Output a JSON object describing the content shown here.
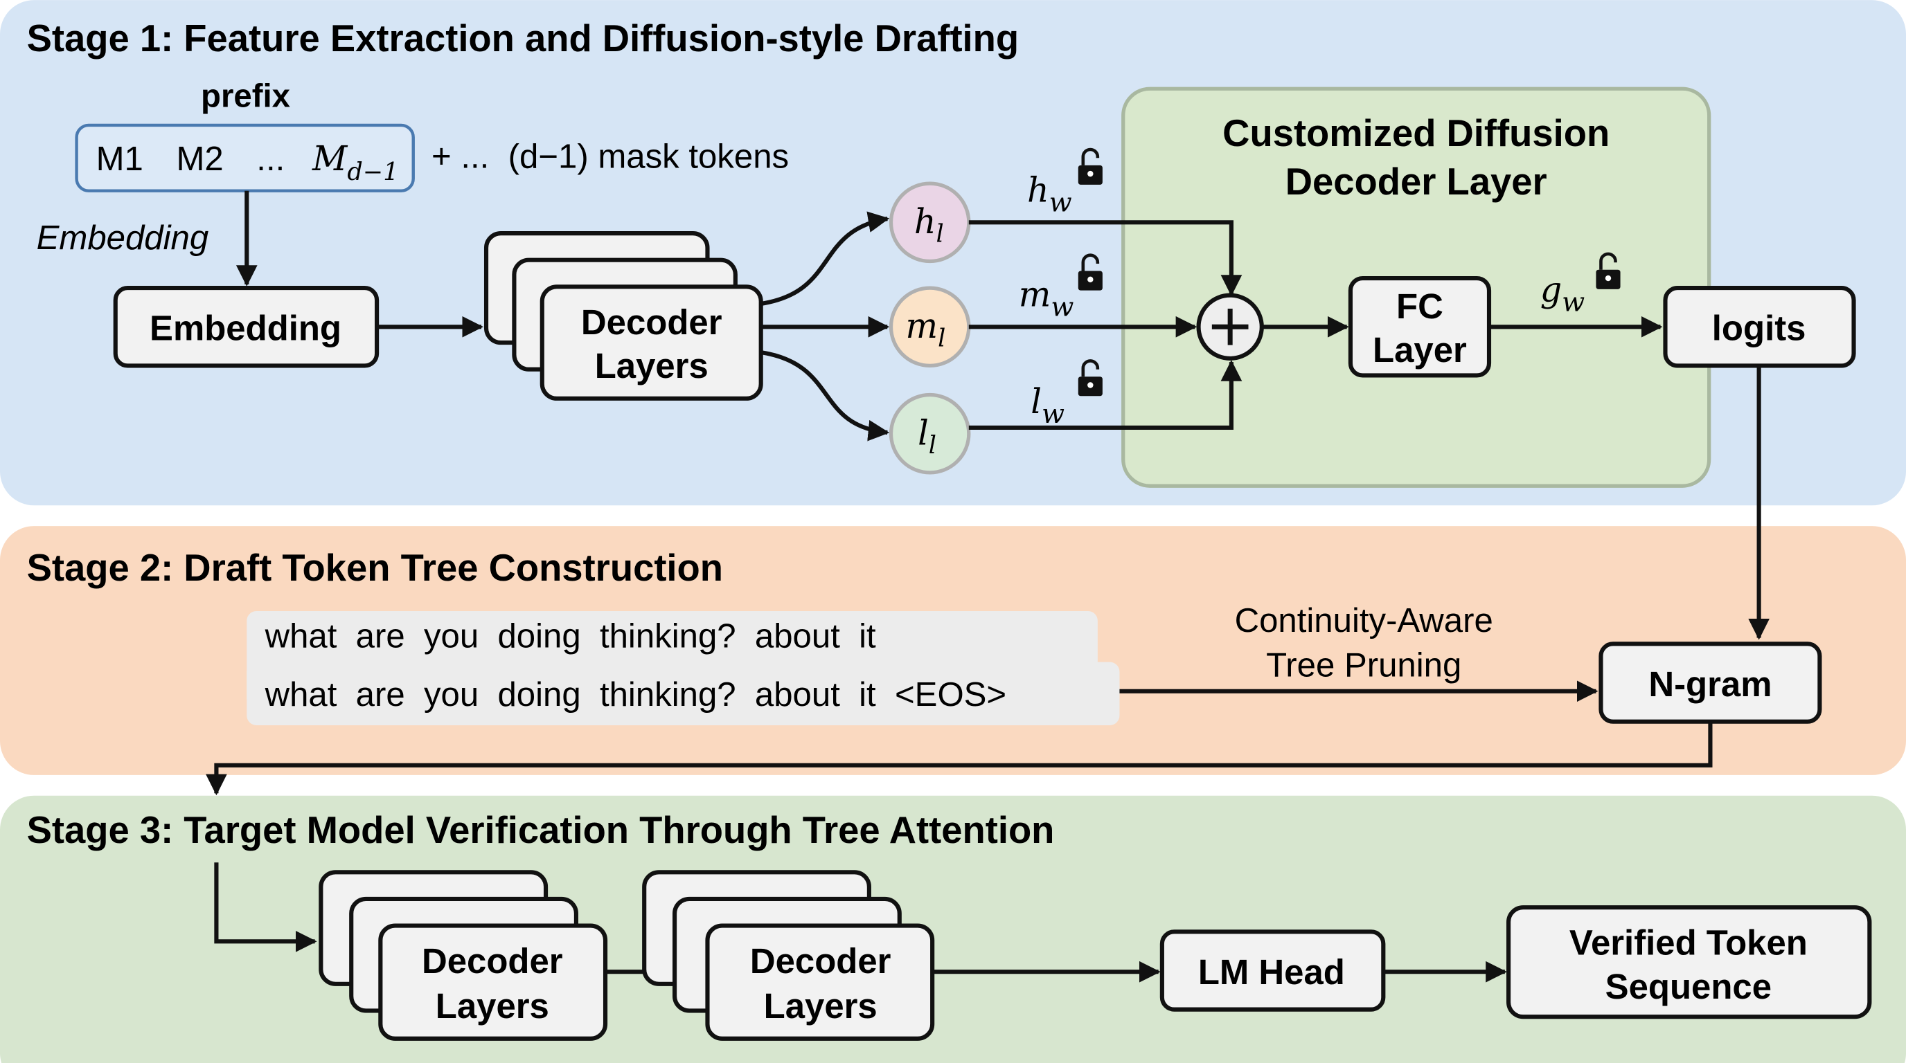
{
  "colors": {
    "stage1_bg": "#d6e5f5",
    "stage2_bg": "#fad9c0",
    "stage3_bg": "#d7e6cf",
    "diffusion_box_bg": "#d9e8cc",
    "h_node": "#ead5e6",
    "m_node": "#fbe3c8",
    "l_node": "#d7ead8"
  },
  "stage1": {
    "title": "Stage 1: Feature Extraction and Diffusion-style Drafting",
    "prefix_label": "prefix",
    "prefix_tokens": {
      "m1": "M1",
      "m2": "M2",
      "dots": "...",
      "last_base": "M",
      "last_sub": "d−1"
    },
    "mask_text": "+ ...  (d−1) mask tokens",
    "embedding_label": "Embedding",
    "embedding_box": "Embedding",
    "decoder_line1": "Decoder",
    "decoder_line2": "Layers",
    "nodes": {
      "h": {
        "base": "h",
        "sub": "l"
      },
      "m": {
        "base": "m",
        "sub": "l"
      },
      "l": {
        "base": "l",
        "sub": "l"
      }
    },
    "weights": {
      "h": {
        "base": "h",
        "sub": "w"
      },
      "m": {
        "base": "m",
        "sub": "w"
      },
      "l": {
        "base": "l",
        "sub": "w"
      },
      "g": {
        "base": "g",
        "sub": "w"
      }
    },
    "diffusion_title_line1": "Customized Diffusion",
    "diffusion_title_line2": "Decoder Layer",
    "sum_symbol": "+",
    "fc_line1": "FC",
    "fc_line2": "Layer",
    "logits": "logits",
    "lock_icon": "unlocked-padlock"
  },
  "stage2": {
    "title": "Stage 2: Draft Token Tree Construction",
    "candidate_back": "what  are  you  doing  thinking?  about  it",
    "candidate_front": "what  are  you  doing  thinking?  about  it  <EOS>",
    "pruning_line1": "Continuity-Aware",
    "pruning_line2": "Tree Pruning",
    "ngram": "N-gram"
  },
  "stage3": {
    "title": "Stage 3: Target Model Verification Through Tree Attention",
    "decoder_line1": "Decoder",
    "decoder_line2": "Layers",
    "lm_head": "LM Head",
    "verified_line1": "Verified Token",
    "verified_line2": "Sequence"
  }
}
